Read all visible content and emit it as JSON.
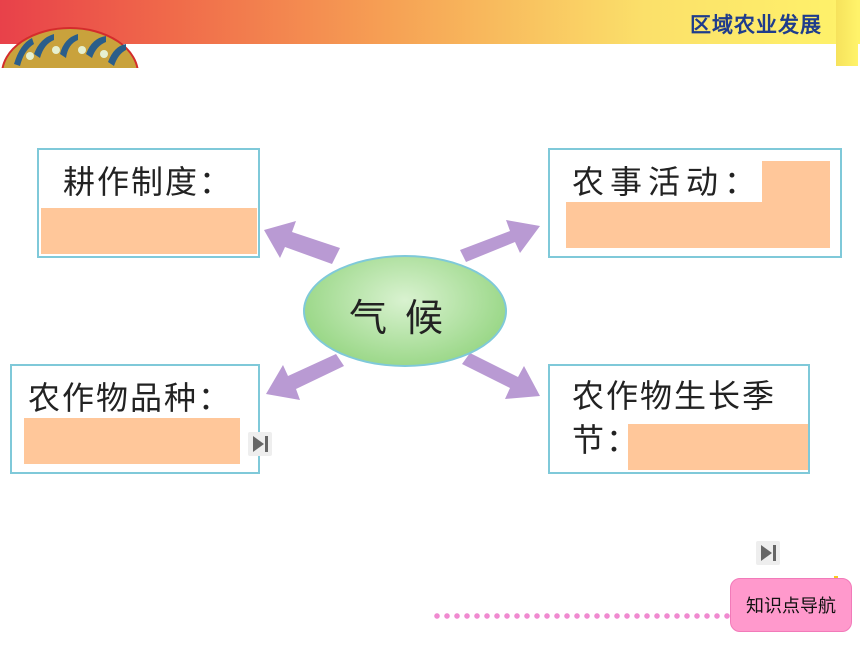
{
  "header": {
    "title": "区域农业发展"
  },
  "center": {
    "label": "气候"
  },
  "boxes": {
    "top_left": {
      "label": "耕作制度："
    },
    "top_right": {
      "label": "农事活动："
    },
    "bottom_left": {
      "label": "农作物品种："
    },
    "bottom_right": {
      "label_line1": "农作物生长季",
      "label_line2": "节："
    }
  },
  "nav": {
    "button_label": "知识点导航"
  },
  "colors": {
    "fill": "#ffc79a",
    "arrow": "#b99ad3",
    "box_border": "#7fc9d9",
    "center": "#9ed98c",
    "nav": "#ff99cc"
  },
  "icons": [
    "skip-forward-icon",
    "skip-forward-icon"
  ]
}
